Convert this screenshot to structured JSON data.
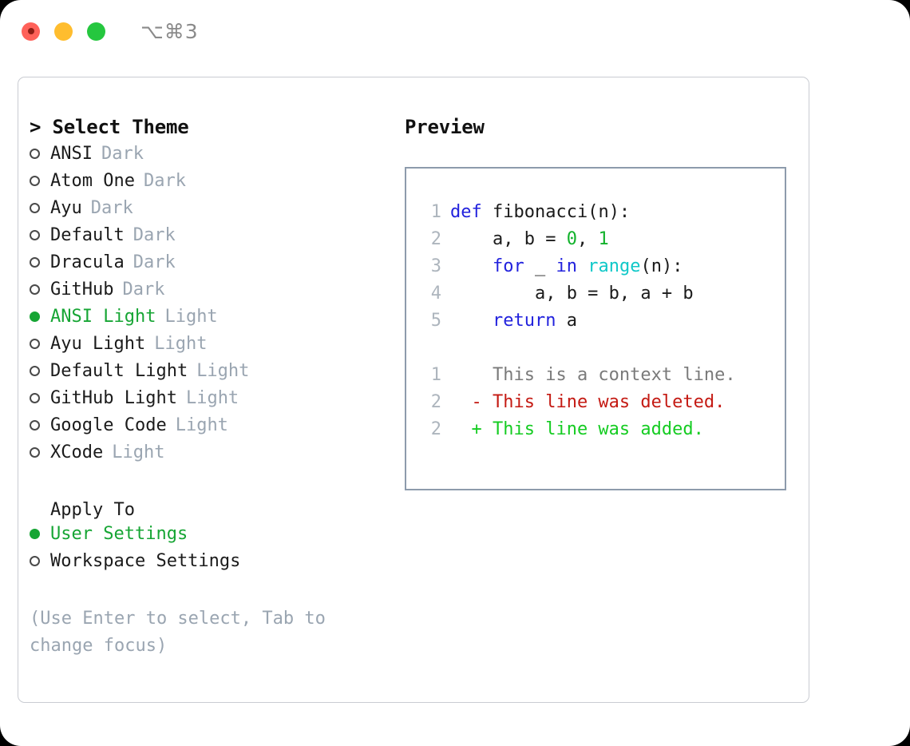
{
  "window": {
    "shortcut": "⌥⌘3",
    "traffic_lights": [
      "close-red",
      "minimize-yellow",
      "zoom-green"
    ]
  },
  "theme_panel": {
    "heading": "> Select Theme",
    "items": [
      {
        "marker": "o",
        "label": "ANSI",
        "meta": "Dark",
        "selected": false
      },
      {
        "marker": "o",
        "label": "Atom One",
        "meta": "Dark",
        "selected": false
      },
      {
        "marker": "o",
        "label": "Ayu",
        "meta": "Dark",
        "selected": false
      },
      {
        "marker": "o",
        "label": "Default",
        "meta": "Dark",
        "selected": false
      },
      {
        "marker": "o",
        "label": "Dracula",
        "meta": "Dark",
        "selected": false
      },
      {
        "marker": "o",
        "label": "GitHub",
        "meta": "Dark",
        "selected": false
      },
      {
        "marker": "●",
        "label": "ANSI Light",
        "meta": "Light",
        "selected": true
      },
      {
        "marker": "o",
        "label": "Ayu Light",
        "meta": "Light",
        "selected": false
      },
      {
        "marker": "o",
        "label": "Default Light",
        "meta": "Light",
        "selected": false
      },
      {
        "marker": "o",
        "label": "GitHub Light",
        "meta": "Light",
        "selected": false
      },
      {
        "marker": "o",
        "label": "Google Code",
        "meta": "Light",
        "selected": false
      },
      {
        "marker": "o",
        "label": "XCode",
        "meta": "Light",
        "selected": false
      }
    ],
    "apply_to": {
      "heading": "Apply To",
      "items": [
        {
          "label": "User Settings",
          "selected": true
        },
        {
          "label": "Workspace Settings",
          "selected": false
        }
      ]
    },
    "hint": "(Use Enter to select, Tab to change focus)"
  },
  "preview": {
    "heading": "Preview",
    "code": [
      {
        "ln": "1",
        "tokens": [
          {
            "t": "def",
            "c": "kw"
          },
          {
            "t": " fibonacci(n):",
            "c": ""
          }
        ]
      },
      {
        "ln": "2",
        "tokens": [
          {
            "t": "    a, b = ",
            "c": ""
          },
          {
            "t": "0",
            "c": "num"
          },
          {
            "t": ", ",
            "c": ""
          },
          {
            "t": "1",
            "c": "num"
          }
        ]
      },
      {
        "ln": "3",
        "tokens": [
          {
            "t": "    ",
            "c": ""
          },
          {
            "t": "for",
            "c": "kw"
          },
          {
            "t": " _ ",
            "c": ""
          },
          {
            "t": "in",
            "c": "kw"
          },
          {
            "t": " ",
            "c": ""
          },
          {
            "t": "range",
            "c": "fn"
          },
          {
            "t": "(n):",
            "c": ""
          }
        ]
      },
      {
        "ln": "4",
        "tokens": [
          {
            "t": "        a, b = b, a + b",
            "c": ""
          }
        ]
      },
      {
        "ln": "5",
        "tokens": [
          {
            "t": "    ",
            "c": ""
          },
          {
            "t": "return",
            "c": "kw"
          },
          {
            "t": " a",
            "c": ""
          }
        ]
      }
    ],
    "diff": [
      {
        "ln": "1",
        "sign": "  ",
        "text": "This is a context line.",
        "kind": "diff-ctx"
      },
      {
        "ln": "2",
        "sign": "- ",
        "text": "This line was deleted.",
        "kind": "diff-del"
      },
      {
        "ln": "2",
        "sign": "+ ",
        "text": "This line was added.",
        "kind": "diff-add"
      }
    ]
  },
  "colors": {
    "accent_green": "#16a534",
    "muted_gray": "#9aa5b1",
    "keyword_blue": "#2222dd",
    "function_cyan": "#0fc8c8",
    "number_green": "#11b22b",
    "diff_delete_red": "#c41a13",
    "diff_add_green": "#15cc22",
    "preview_border": "#8d9bac",
    "panel_border": "#c9ccd2"
  }
}
